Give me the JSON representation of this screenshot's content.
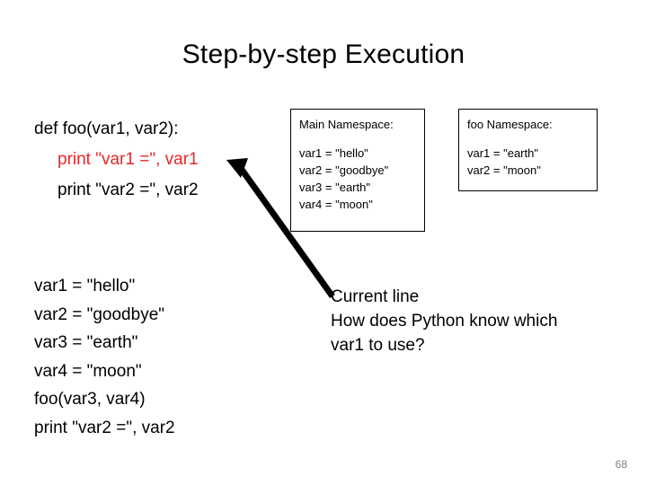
{
  "slide": {
    "title": "Step-by-step Execution",
    "page_number": "68"
  },
  "code_block": {
    "lines": [
      {
        "text": "def foo(var1, var2):",
        "indent": false,
        "red": false
      },
      {
        "text": "print \"var1 =\", var1",
        "indent": true,
        "red": true
      },
      {
        "text": "print \"var2 =\", var2",
        "indent": true,
        "red": false
      }
    ]
  },
  "namespaces": [
    {
      "title": "Main Namespace:",
      "entries": [
        "var1 = \"hello\"",
        "var2 = \"goodbye\"",
        "var3 = \"earth\"",
        "var4 = \"moon\""
      ]
    },
    {
      "title": "foo Namespace:",
      "entries": [
        "var1 = \"earth\"",
        "var2 = \"moon\""
      ]
    }
  ],
  "listing": {
    "lines": [
      "var1 = \"hello\"",
      "var2 = \"goodbye\"",
      "var3 = \"earth\"",
      "var4 = \"moon\"",
      "foo(var3, var4)",
      "print \"var2 =\", var2"
    ]
  },
  "annotation": {
    "lines": [
      "Current line",
      "How does Python know which",
      "var1 to use?"
    ]
  },
  "colors": {
    "highlight_red": "#e8262a",
    "arrow_black": "#000000",
    "page_number_gray": "#808080"
  }
}
